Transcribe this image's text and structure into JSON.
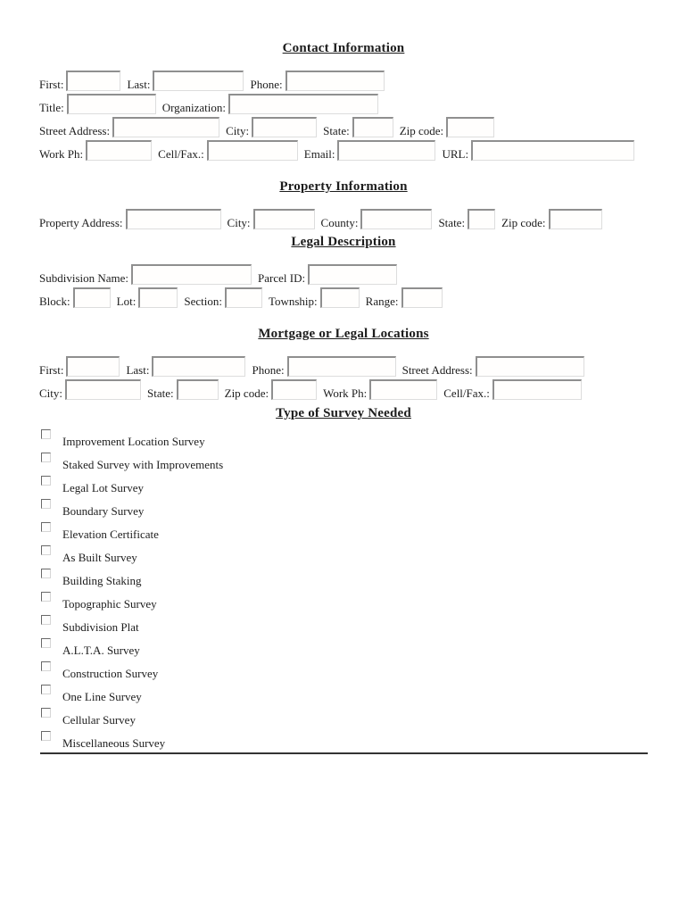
{
  "headings": {
    "contact": "Contact Information",
    "property": "Property Information",
    "legal": "Legal Description",
    "mortgage": "Mortgage or Legal Locations",
    "survey": "Type of Survey Needed"
  },
  "labels": {
    "first": "First:",
    "last": "Last:",
    "phone": "Phone:",
    "title": "Title:",
    "organization": "Organization:",
    "street_address": "Street Address:",
    "city": "City:",
    "state": "State:",
    "zip": "Zip code:",
    "work_ph": "Work Ph:",
    "cell_fax": "Cell/Fax.:",
    "email": "Email:",
    "url": "URL:",
    "property_address": "Property Address:",
    "county": "County:",
    "subdivision_name": "Subdivision Name:",
    "parcel_id": "Parcel ID:",
    "block": "Block:",
    "lot": "Lot:",
    "section": "Section:",
    "township": "Township:",
    "range": "Range:"
  },
  "survey_items": [
    "Improvement Location Survey",
    "Staked Survey with Improvements",
    "Legal Lot Survey",
    "Boundary Survey",
    "Elevation Certificate",
    "As Built Survey",
    "Building Staking",
    "Topographic Survey",
    "Subdivision Plat",
    "A.L.T.A. Survey",
    "Construction Survey",
    "One Line Survey",
    "Cellular Survey",
    "Miscellaneous Survey"
  ],
  "field_values": {
    "all_fields_empty": ""
  },
  "colors": {
    "text": "#1c1c1c",
    "box_border_dark": "#8f8f8f",
    "box_border_light": "#dddddd",
    "divider": "#333333",
    "background": "#ffffff"
  }
}
